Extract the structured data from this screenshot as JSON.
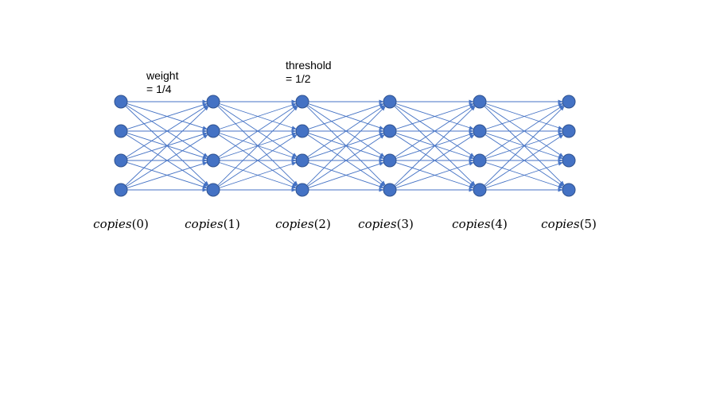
{
  "colors": {
    "node_fill": "#4472c4",
    "node_stroke": "#2f528f",
    "edge": "#4472c4"
  },
  "annotations": {
    "weight": {
      "line1": "weight",
      "line2": "= 1/4"
    },
    "threshold": {
      "line1": "threshold",
      "line2": "= 1/2"
    }
  },
  "layers": [
    {
      "fn": "copies",
      "arg": "(0)"
    },
    {
      "fn": "copies",
      "arg": "(1)"
    },
    {
      "fn": "copies",
      "arg": "(2)"
    },
    {
      "fn": "copies",
      "arg": "(3)"
    },
    {
      "fn": "copies",
      "arg": "(4)"
    },
    {
      "fn": "copies",
      "arg": "(5)"
    }
  ],
  "nodes_per_layer": 4,
  "connectivity": "complete-bipartite-between-adjacent-layers"
}
